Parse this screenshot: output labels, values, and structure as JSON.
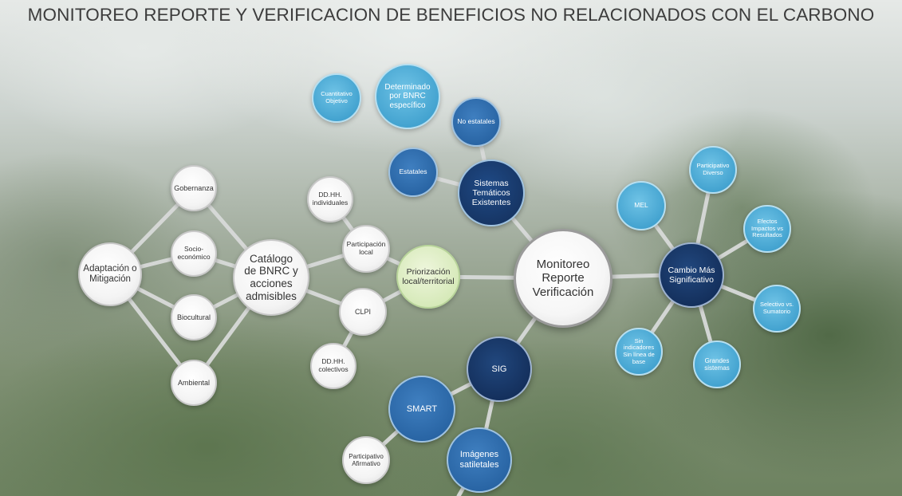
{
  "title": "MONITOREO REPORTE Y VERIFICACION DE BENEFICIOS NO RELACIONADOS CON EL CARBONO",
  "colors": {
    "white_node": "#f4f4f4",
    "light_blue_node": "#4aa8d5",
    "mid_blue_node": "#2d6aac",
    "dark_blue_node": "#16335f",
    "green_node": "#dcecc2",
    "connector": "#d8dad9"
  },
  "nodes": {
    "monitoreo": "Monitoreo Reporte Verificación",
    "priorizacion": "Priorización local/territorial",
    "catalogo": "Catálogo de BNRC y acciones admisibles",
    "adaptacion": "Adaptación o Mitigación",
    "gobernanza": "Gobernanza",
    "socioeconomico": "Socio-económico",
    "biocultural": "Biocultural",
    "ambiental": "Ambiental",
    "ddhh_individuales": "DD.HH. individuales",
    "participacion_local": "Participación local",
    "clpi": "CLPI",
    "ddhh_colectivos": "DD.HH. colectivos",
    "sistemas_tematicos": "Sistemas Temáticos Existentes",
    "estatales": "Estatales",
    "no_estatales": "No estatales",
    "determinado_bnrc": "Determinado por BNRC específico",
    "cuantitativo": "Cuantitativo Objetivo",
    "sig": "SIG",
    "smart": "SMART",
    "imagenes": "Imágenes satiletales",
    "participativo_afirmativo": "Participativo Afirmativo",
    "cambio_mas_significativo": "Cambio Más Significativo",
    "mel": "MEL",
    "participativo_diverso": "Participativo Diverso",
    "efectos_impactos": "Efectos Impactos vs Resultados",
    "selectivo": "Selectivo vs. Sumatorio",
    "grandes_sistemas": "Grandes sistemas",
    "sin_indicadores": "Sin indicadores Sin línea de base"
  }
}
